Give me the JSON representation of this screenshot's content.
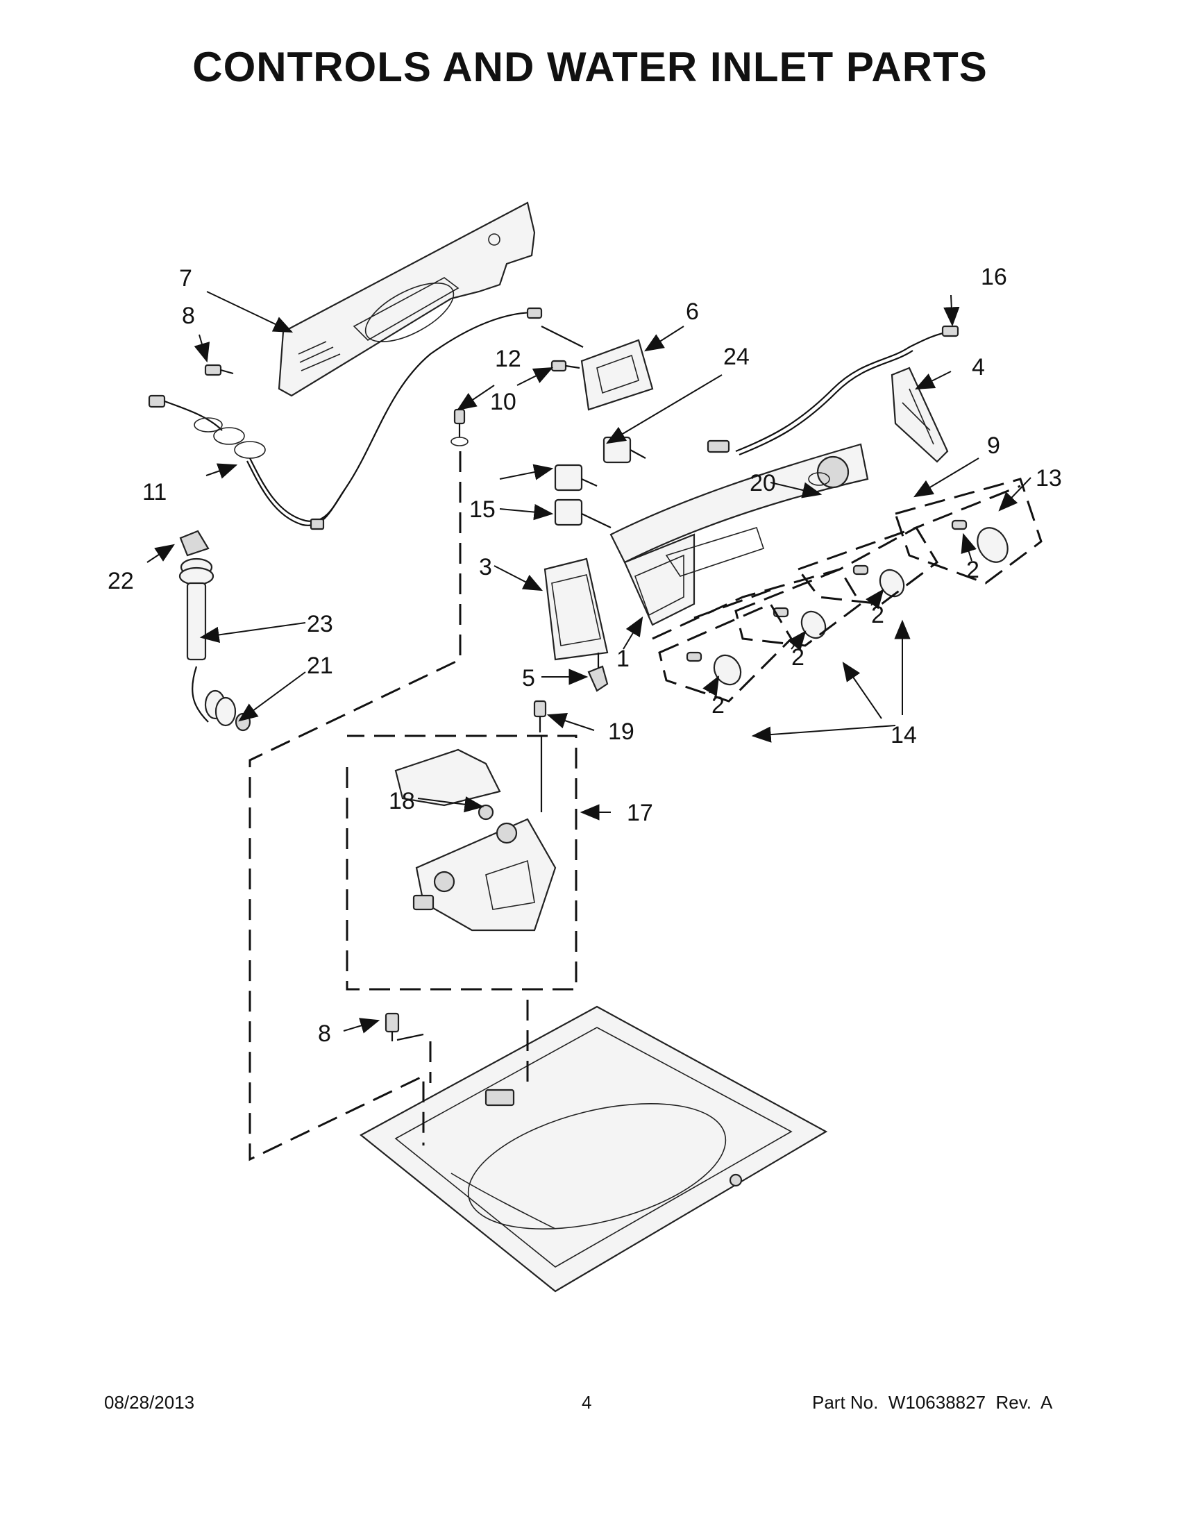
{
  "title": "CONTROLS AND WATER INLET PARTS",
  "footer": {
    "date": "08/28/2013",
    "page": "4",
    "part_no": "Part No.  W10638827  Rev.  A"
  },
  "callouts": {
    "n1": "1",
    "n2a": "2",
    "n2b": "2",
    "n2c": "2",
    "n2d": "2",
    "n3": "3",
    "n4": "4",
    "n5": "5",
    "n6": "6",
    "n7": "7",
    "n8a": "8",
    "n8b": "8",
    "n9": "9",
    "n10": "10",
    "n11": "11",
    "n12": "12",
    "n13": "13",
    "n14": "14",
    "n15": "15",
    "n16": "16",
    "n17": "17",
    "n18": "18",
    "n19": "19",
    "n20": "20",
    "n21": "21",
    "n22": "22",
    "n23": "23",
    "n24": "24"
  }
}
